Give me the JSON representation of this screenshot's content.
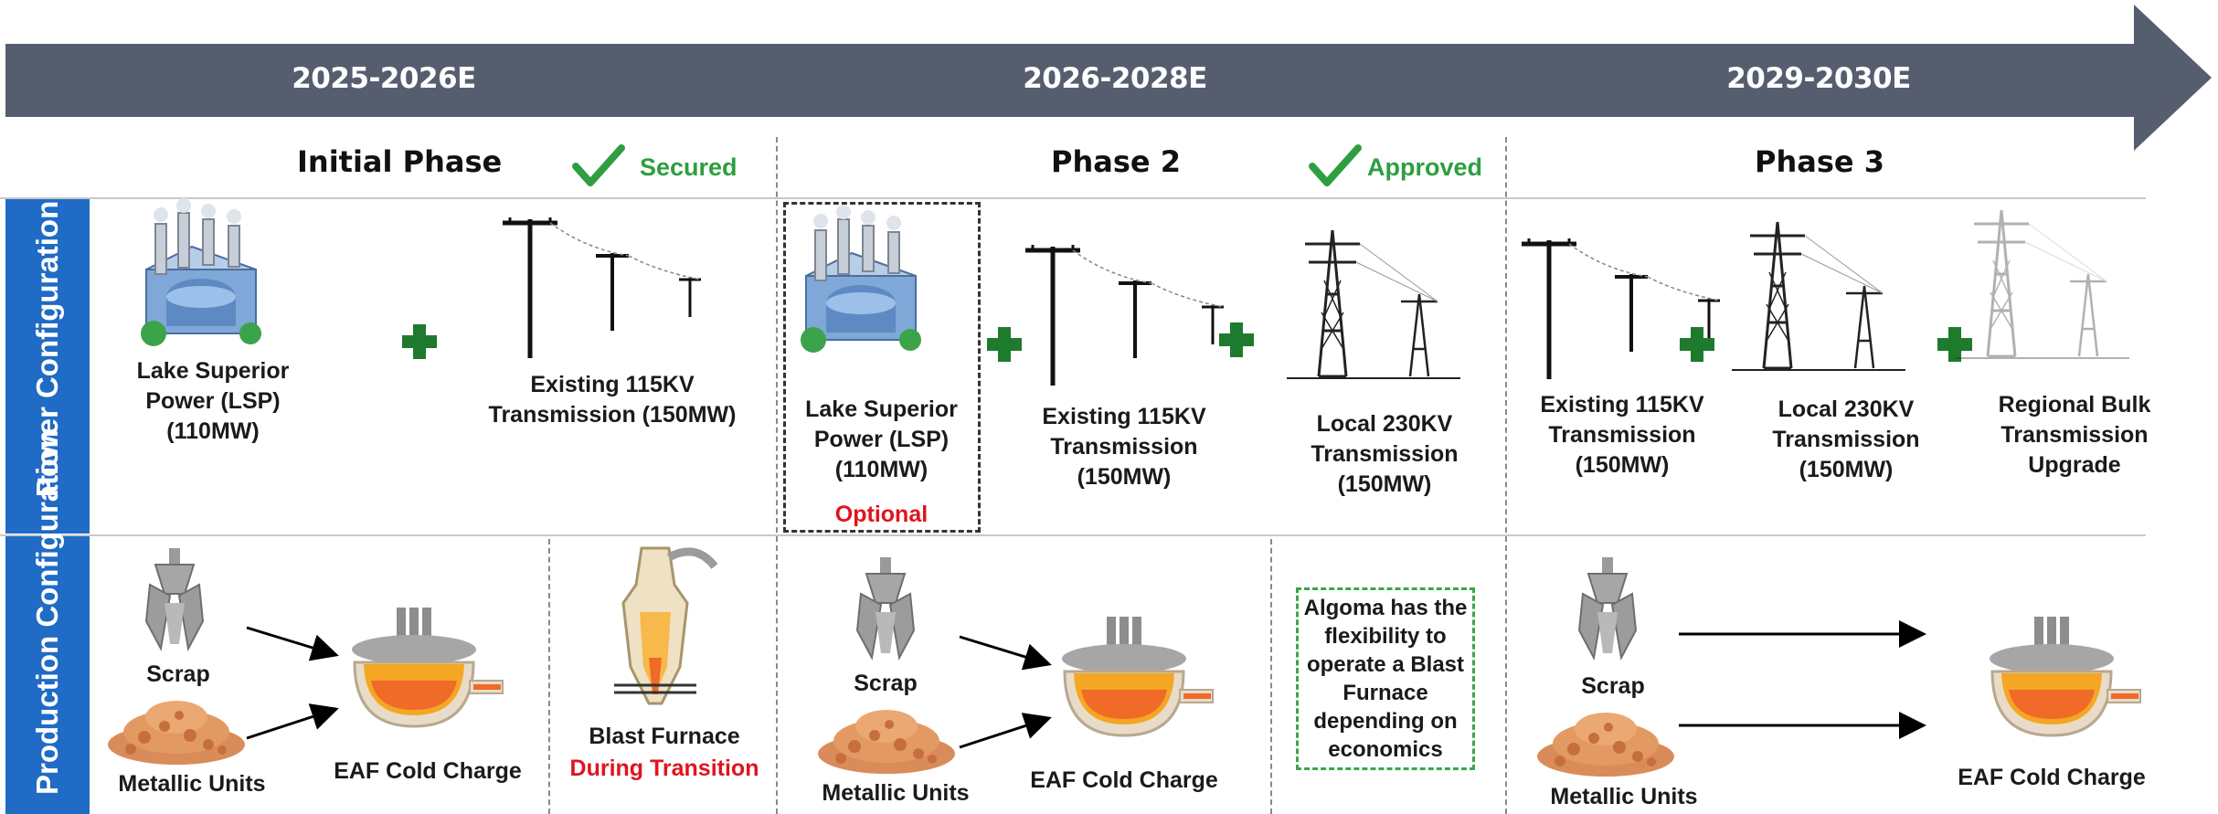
{
  "timeline": {
    "periods": [
      "2025-2026E",
      "2026-2028E",
      "2029-2030E"
    ]
  },
  "phases": [
    {
      "title": "Initial Phase",
      "status": "Secured"
    },
    {
      "title": "Phase 2",
      "status": "Approved"
    },
    {
      "title": "Phase 3",
      "status": ""
    }
  ],
  "rows": {
    "power": "Power Configuration",
    "production": "Production Configuration"
  },
  "power": {
    "initial": {
      "lsp": "Lake Superior Power (LSP) (110MW)",
      "transmission": "Existing 115KV Transmission (150MW)"
    },
    "phase2": {
      "lsp": "Lake Superior Power (LSP) (110MW)",
      "lsp_note": "Optional",
      "existing": "Existing 115KV Transmission (150MW)",
      "local": "Local 230KV Transmission (150MW)"
    },
    "phase3": {
      "existing": "Existing 115KV Transmission (150MW)",
      "local": "Local 230KV Transmission (150MW)",
      "regional": "Regional Bulk Transmission Upgrade"
    }
  },
  "production": {
    "initial": {
      "scrap": "Scrap",
      "metallic": "Metallic Units",
      "eaf": "EAF Cold Charge",
      "blast": "Blast Furnace",
      "blast_note": "During Transition"
    },
    "phase2": {
      "scrap": "Scrap",
      "metallic": "Metallic Units",
      "eaf": "EAF Cold Charge",
      "flex_note": "Algoma has the flexibility to operate a Blast Furnace depending on economics"
    },
    "phase3": {
      "scrap": "Scrap",
      "metallic": "Metallic Units",
      "eaf": "EAF Cold Charge"
    }
  },
  "colors": {
    "timeline_arrow": "#565d6f",
    "side_band": "#1f6bc6",
    "check_green": "#2e9e40",
    "plus_green": "#1e7a2c",
    "red_note": "#e0141e",
    "flex_box_border": "#3aa64a"
  },
  "icons": [
    "factory-icon",
    "plus-icon",
    "power-pole-icon",
    "pylon-icon",
    "crane-grab-icon",
    "ore-pile-icon",
    "eaf-furnace-icon",
    "blast-furnace-icon",
    "checkmark-icon",
    "arrow-icon"
  ]
}
